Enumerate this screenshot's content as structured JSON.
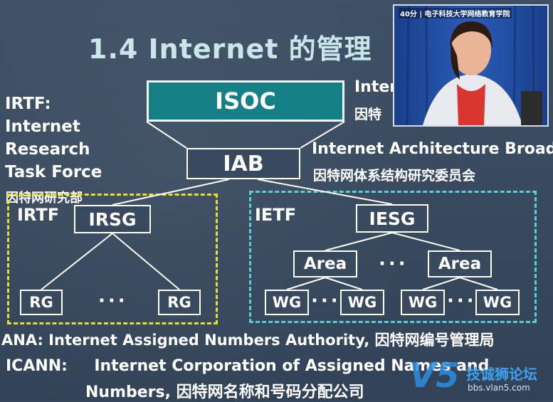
{
  "title": "1.4  Internet 的管理",
  "irtf_definition": [
    "IRTF:",
    "Internet",
    "Research",
    "Task Force"
  ],
  "irtf_chinese": "因特网研究部",
  "isoc": {
    "label": "ISOC",
    "en": "Inter",
    "zh": "因特"
  },
  "iab": {
    "label": "IAB",
    "en": "Internet Architecture Broad",
    "zh": "因特网体系结构研究委员会"
  },
  "irtf_group": {
    "label": "IRTF",
    "head": "IRSG",
    "leaves": [
      "RG",
      "RG"
    ],
    "ellipsis": "···"
  },
  "ietf_group": {
    "label": "IETF",
    "head": "IESG",
    "areas": [
      "Area",
      "Area"
    ],
    "area_ellipsis": "···",
    "leaves": [
      "WG",
      "WG",
      "WG",
      "WG"
    ],
    "leaf_ellipsis": "···"
  },
  "notes": {
    "iana": "ANA: Internet Assigned Numbers Authority, 因特网编号管理局",
    "icann_label": "ICANN:",
    "icann_line1": "Internet Corporation of Assigned Names and",
    "icann_line2": "Numbers, 因特网名称和号码分配公司"
  },
  "video": {
    "caption": "40分 | 电子科技大学网络教育学院"
  },
  "watermark": {
    "mark": "V5",
    "name": "技诚狮论坛",
    "url": "bbs.vlan5.com"
  },
  "colors": {
    "isoc_fill": "#157f86",
    "irtf_border": "#e8e030",
    "ietf_border": "#55d0d6",
    "background": "#3a4a5e"
  }
}
